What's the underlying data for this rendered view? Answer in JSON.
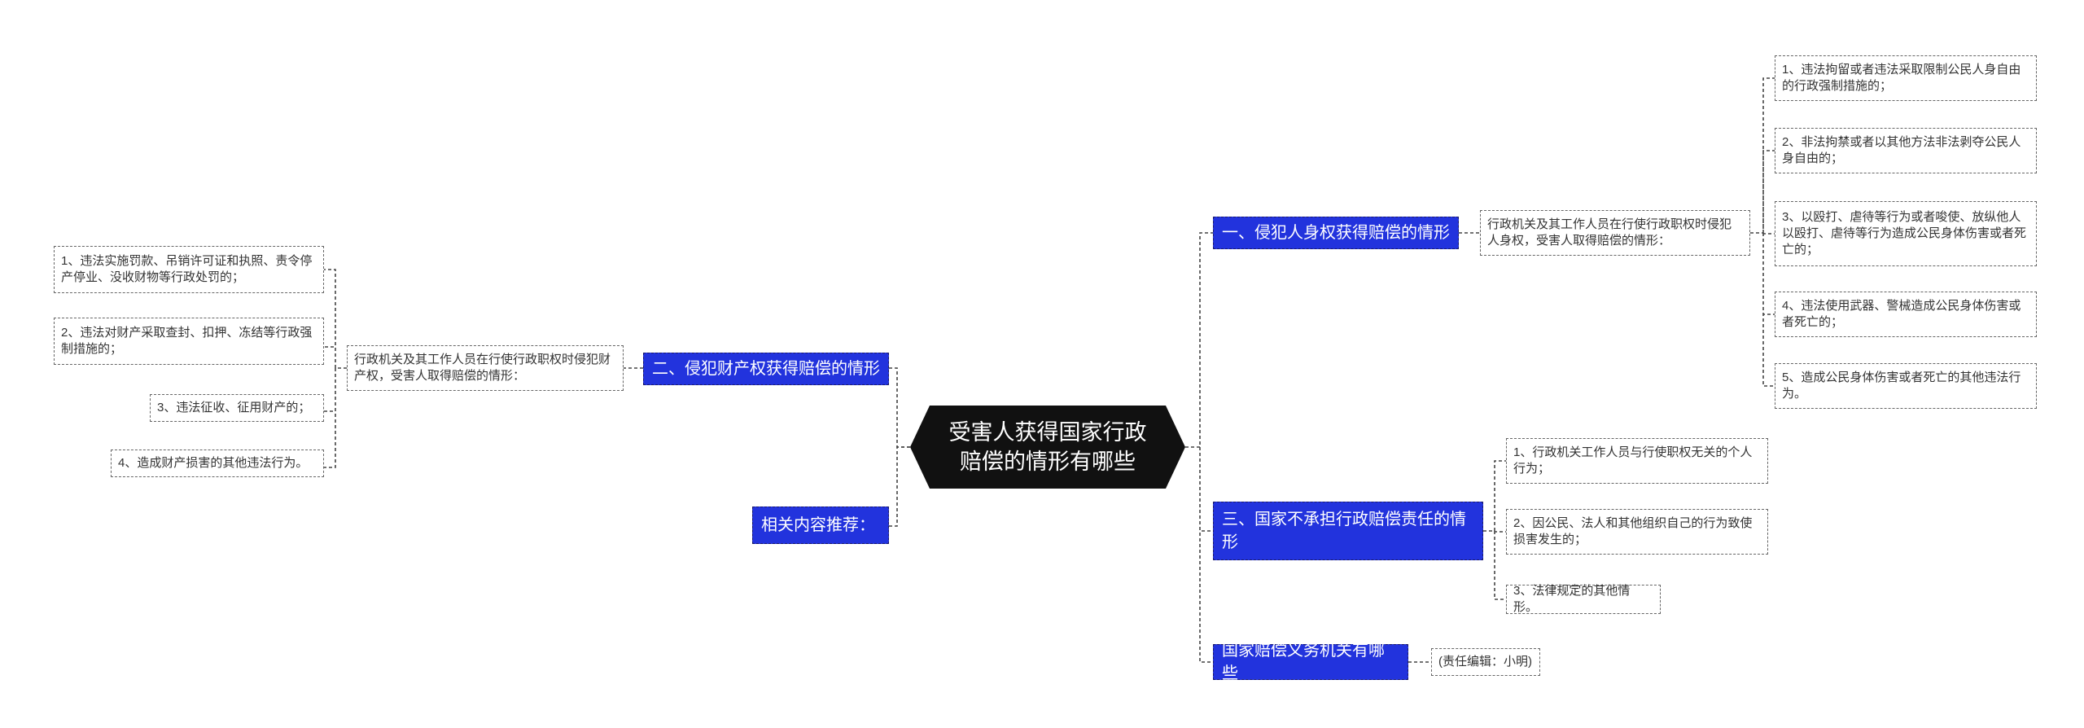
{
  "root": {
    "title": "受害人获得国家行政赔偿的情形有哪些"
  },
  "left": {
    "property": {
      "title": "二、侵犯财产权获得赔偿的情形",
      "summary": "行政机关及其工作人员在行使行政职权时侵犯财产权，受害人取得赔偿的情形：",
      "items": [
        "1、违法实施罚款、吊销许可证和执照、责令停产停业、没收财物等行政处罚的；",
        "2、违法对财产采取查封、扣押、冻结等行政强制措施的；",
        "3、违法征收、征用财产的；",
        "4、造成财产损害的其他违法行为。"
      ]
    },
    "related": {
      "title": "相关内容推荐："
    }
  },
  "right": {
    "person": {
      "title": "一、侵犯人身权获得赔偿的情形",
      "summary": "行政机关及其工作人员在行使行政职权时侵犯人身权，受害人取得赔偿的情形：",
      "items": [
        "1、违法拘留或者违法采取限制公民人身自由的行政强制措施的；",
        "2、非法拘禁或者以其他方法非法剥夺公民人身自由的；",
        "3、以殴打、虐待等行为或者唆使、放纵他人以殴打、虐待等行为造成公民身体伤害或者死亡的；",
        "4、违法使用武器、警械造成公民身体伤害或者死亡的；",
        "5、造成公民身体伤害或者死亡的其他违法行为。"
      ]
    },
    "exempt": {
      "title": "三、国家不承担行政赔偿责任的情形",
      "items": [
        "1、行政机关工作人员与行使职权无关的个人行为；",
        "2、因公民、法人和其他组织自己的行为致使损害发生的；",
        "3、法律规定的其他情形。"
      ]
    },
    "organ": {
      "title": "国家赔偿义务机关有哪些",
      "note": "(责任编辑：小明)"
    }
  },
  "colors": {
    "root_bg": "#111111",
    "topic_bg": "#2233dd",
    "leaf_border": "#666666",
    "connector": "#444444"
  }
}
